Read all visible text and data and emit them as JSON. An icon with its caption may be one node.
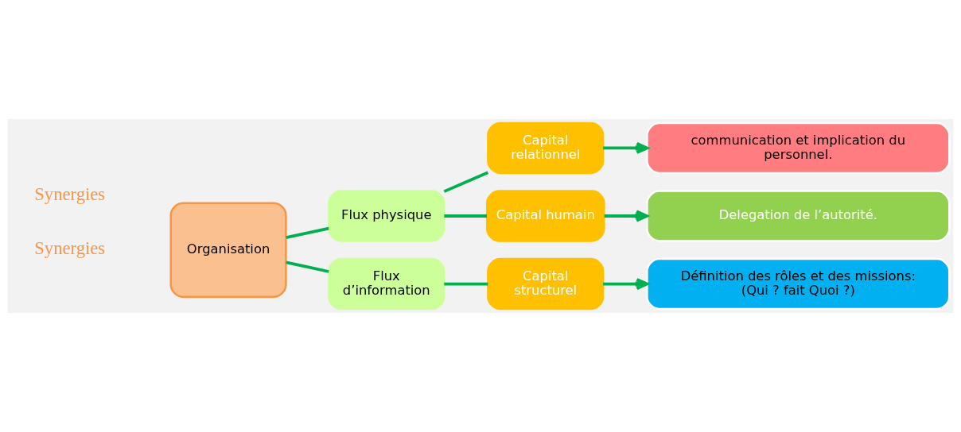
{
  "diagram": {
    "nodes": [
      {
        "text": [
          "Organisation"
        ]
      },
      {
        "text": [
          "Flux physique"
        ]
      },
      {
        "text": [
          "Flux d’information"
        ]
      },
      {
        "text": [
          "Capital relationnel"
        ]
      },
      {
        "text": [
          "Capital humain"
        ]
      },
      {
        "text": [
          "Capital structurel"
        ]
      },
      {
        "text": [
          "communication et implication du personnel."
        ]
      },
      {
        "text": [
          "Delegation de l’autorité."
        ]
      },
      {
        "text": [
          "Définition des rôles et des missions: (Qui ? fait Quoi ?)"
        ]
      }
    ],
    "edges": [
      {
        "from": 0,
        "to": 1,
        "arrow": "none"
      },
      {
        "from": 0,
        "to": 2,
        "arrow": "none"
      },
      {
        "from": 1,
        "to": 3,
        "arrow": "none"
      },
      {
        "from": 1,
        "to": 4,
        "arrow": "none"
      },
      {
        "from": 2,
        "to": 5,
        "arrow": "none"
      },
      {
        "from": 3,
        "to": 6,
        "arrow": "to"
      },
      {
        "from": 4,
        "to": 7,
        "arrow": "to"
      },
      {
        "from": 5,
        "to": 8,
        "arrow": "to"
      }
    ],
    "labels": [
      "Synergies",
      "Synergies"
    ]
  }
}
